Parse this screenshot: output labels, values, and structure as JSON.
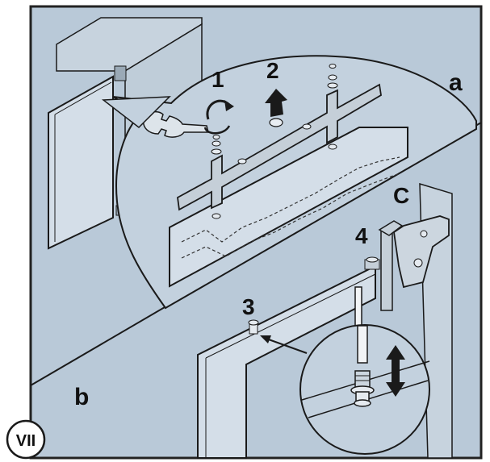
{
  "labels": {
    "step_1": "1",
    "step_2": "2",
    "step_3": "3",
    "step_4": "4",
    "part_c": "C",
    "panel_a": "a",
    "panel_b": "b",
    "figure_number": "VII"
  },
  "colors": {
    "panel_bg": "#b9c9d8",
    "panel_border": "#222222",
    "door_bg": "#d4dee8",
    "line": "#1a1a1a",
    "bracket_fill": "#c5cfd8"
  }
}
